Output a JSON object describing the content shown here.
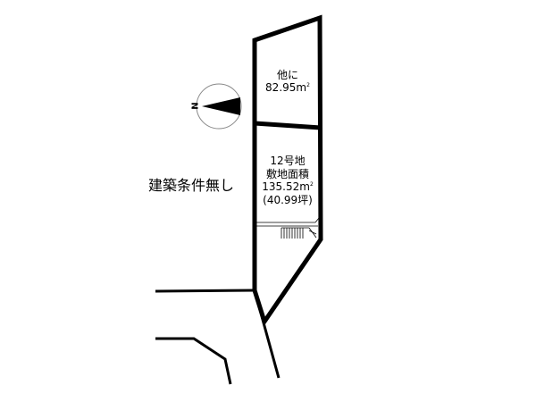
{
  "lots": [
    {
      "name_line": "他に",
      "area": "82.95",
      "unit": "m",
      "unit_sup": "2"
    },
    {
      "lot_number": "12号地",
      "area_label": "敷地面積",
      "area": "135.52",
      "unit": "m",
      "unit_sup": "2",
      "tsubo": "(40.99坪)"
    }
  ],
  "condition_text": "建築条件無し",
  "compass": {
    "letter": "N",
    "direction": "west"
  },
  "colors": {
    "line": "#000000",
    "background": "#ffffff",
    "compass_circle": "#888888"
  }
}
